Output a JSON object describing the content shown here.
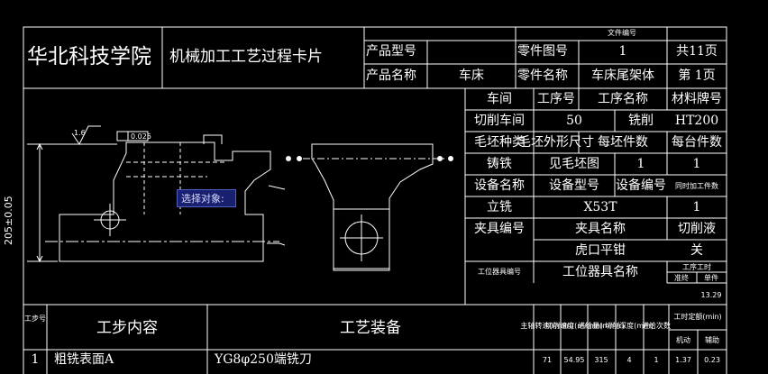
{
  "header": {
    "school": "华北科技学院",
    "card_title": "机械加工工艺过程卡片",
    "doc_no_label": "文件编号",
    "product_model_label": "产品型号",
    "product_name_label": "产品名称",
    "product_name": "车床",
    "part_drawing_label": "零件图号",
    "part_drawing": "1",
    "part_name_label": "零件名称",
    "part_name": "车床尾架体",
    "total_pages": "共11页",
    "page": "第 1页"
  },
  "info": {
    "workshop_label": "车间",
    "op_no_label": "工序号",
    "op_name_label": "工序名称",
    "material_label": "材料牌号",
    "workshop": "切削车间",
    "op_no": "50",
    "op_name": "铣削",
    "material": "HT200",
    "blank_type_label": "毛坯种类",
    "blank_size_label": "毛坯外形尺寸",
    "per_blank_label": "每坯件数",
    "per_unit_label": "每台件数",
    "blank_type": "铸铁",
    "blank_size": "见毛坯图",
    "per_blank": "1",
    "per_unit": "1",
    "equip_name_label": "设备名称",
    "equip_model_label": "设备型号",
    "equip_no_label": "设备编号",
    "simul_label": "同时加工件数",
    "equip_name": "立铣",
    "equip_model": "X53T",
    "simul": "1",
    "fixture_no_label": "夹具编号",
    "fixture_name_label": "夹具名称",
    "coolant_label": "切削液",
    "fixture_name": "虎口平钳",
    "coolant": "关",
    "station_no_label": "工位器具编号",
    "station_name_label": "工位器具名称",
    "time_label": "工序工时",
    "time_prep_label": "准终",
    "time_unit_label": "单件",
    "time_unit": "13.29"
  },
  "drawing": {
    "dim_text": "205±0.05",
    "roughness": "1.6",
    "flatness": "0.025",
    "tooltip": "选择对象:"
  },
  "steps": {
    "step_no_label": "工步号",
    "content_label": "工步内容",
    "equipment_label": "工艺装备",
    "spindle_label": "主轴转速(r/min)",
    "cut_speed_label": "切削速度(m/min)",
    "feed_label": "进给量(mm/r)",
    "depth_label": "切削深度(mm)",
    "passes_label": "进给次数",
    "time_label": "工时定额(min)",
    "machine_label": "机动",
    "aux_label": "辅助",
    "rows": [
      {
        "no": "1",
        "content": "粗铣表面A",
        "equipment": "YG8φ250端铣刀",
        "spindle": "71",
        "speed": "54.95",
        "feed": "315",
        "depth": "4",
        "passes": "1",
        "machine": "1.37",
        "aux": "0.23"
      }
    ]
  }
}
